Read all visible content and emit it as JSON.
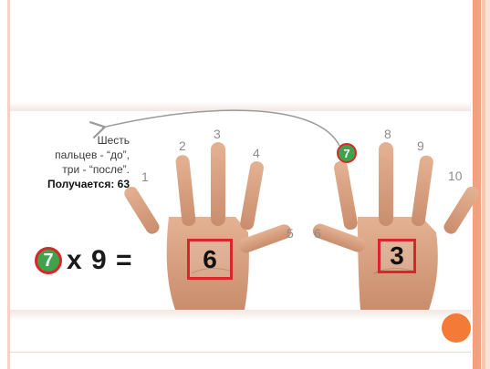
{
  "caption": {
    "line1": "Шесть",
    "line2": "пальцев - “до”,",
    "line3": "три - “после”.",
    "result": "Получается: 63"
  },
  "finger_numbers": [
    "1",
    "2",
    "3",
    "4",
    "5",
    "6",
    "8",
    "9",
    "10"
  ],
  "equation": {
    "multiplier": "7",
    "expression": "x 9 ="
  },
  "folded_finger_label": "7",
  "fingers_before": "6",
  "fingers_after": "3",
  "colors": {
    "highlight_green": "#3fa34d",
    "highlight_red": "#d8262a",
    "accent_orange": "#f47b37",
    "skin": "#dba383"
  }
}
